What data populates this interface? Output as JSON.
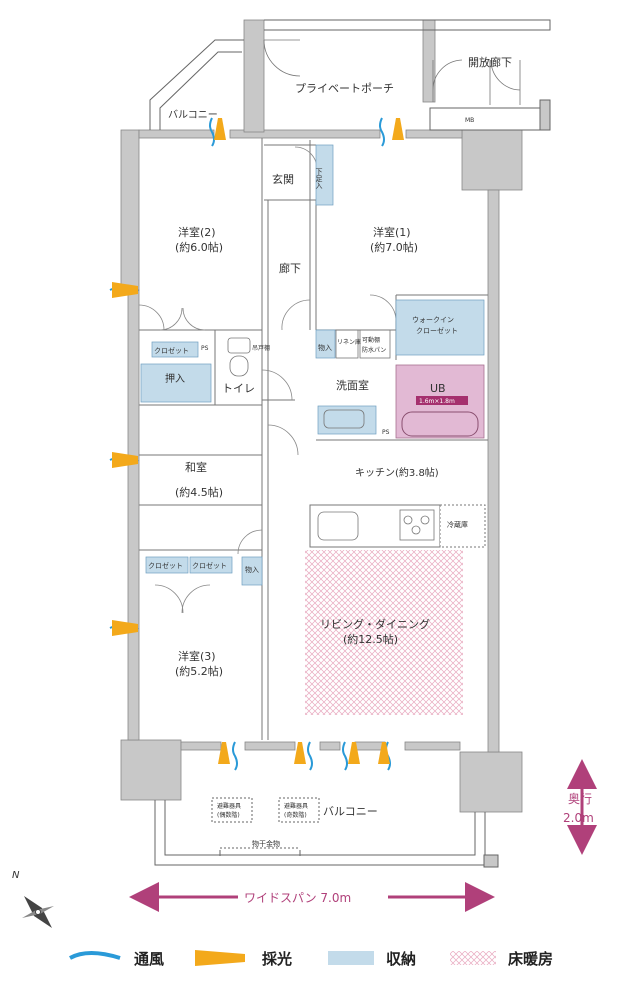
{
  "rooms": {
    "private_porch": "プライベートポーチ",
    "open_corridor": "開放廊下",
    "balcony_top": "バルコニー",
    "mb": "MB",
    "entrance": "玄関",
    "shoe_storage": "下足入",
    "room2_name": "洋室(2)",
    "room2_size": "(約6.0帖)",
    "room1_name": "洋室(1)",
    "room1_size": "(約7.0帖)",
    "corridor": "廊下",
    "walkin_line1": "ウォークイン",
    "walkin_line2": "クローゼット",
    "closet_room2": "クロゼット",
    "ps1": "PS",
    "hanging_shelf": "吊戸棚",
    "storage1": "物入",
    "linen": "リネン庫",
    "movable_shelf_line1": "可動棚",
    "movable_shelf_line2": "防水パン",
    "oshiire": "押入",
    "toilet": "トイレ",
    "washroom": "洗面室",
    "ub": "UB",
    "ub_size": "1.6m×1.8m",
    "ps2": "PS",
    "kitchen": "キッチン(約3.8帖)",
    "washitsu_name": "和室",
    "washitsu_size": "(約4.5帖)",
    "refrigerator": "冷蔵庫",
    "closet_a": "クロゼット",
    "closet_b": "クロゼット",
    "storage2": "物入",
    "living_name": "リビング・ダイニング",
    "living_size": "(約12.5帖)",
    "room3_name": "洋室(3)",
    "room3_size": "(約5.2帖)",
    "evac_even_line1": "避難器具",
    "evac_even_line2": "(偶数階)",
    "evac_odd_line1": "避難器具",
    "evac_odd_line2": "(奇数階)",
    "balcony_bottom": "バルコニー",
    "clothes_hanger": "物干金物"
  },
  "dimensions": {
    "depth_label": "奥行",
    "depth_value": "2.0m",
    "span_label": "ワイドスパン 7.0m"
  },
  "compass": {
    "north": "N"
  },
  "legend": {
    "ventilation": "通風",
    "daylight": "採光",
    "storage": "収納",
    "floor_heating": "床暖房"
  },
  "colors": {
    "ventilation": "#2a9ad8",
    "daylight": "#f3a91b",
    "storage": "#c3dbea",
    "floor_heating": "#e9a9bf",
    "bath": "#e2b9d4",
    "dimension": "#b0407a",
    "wall": "#c8c8c8"
  }
}
